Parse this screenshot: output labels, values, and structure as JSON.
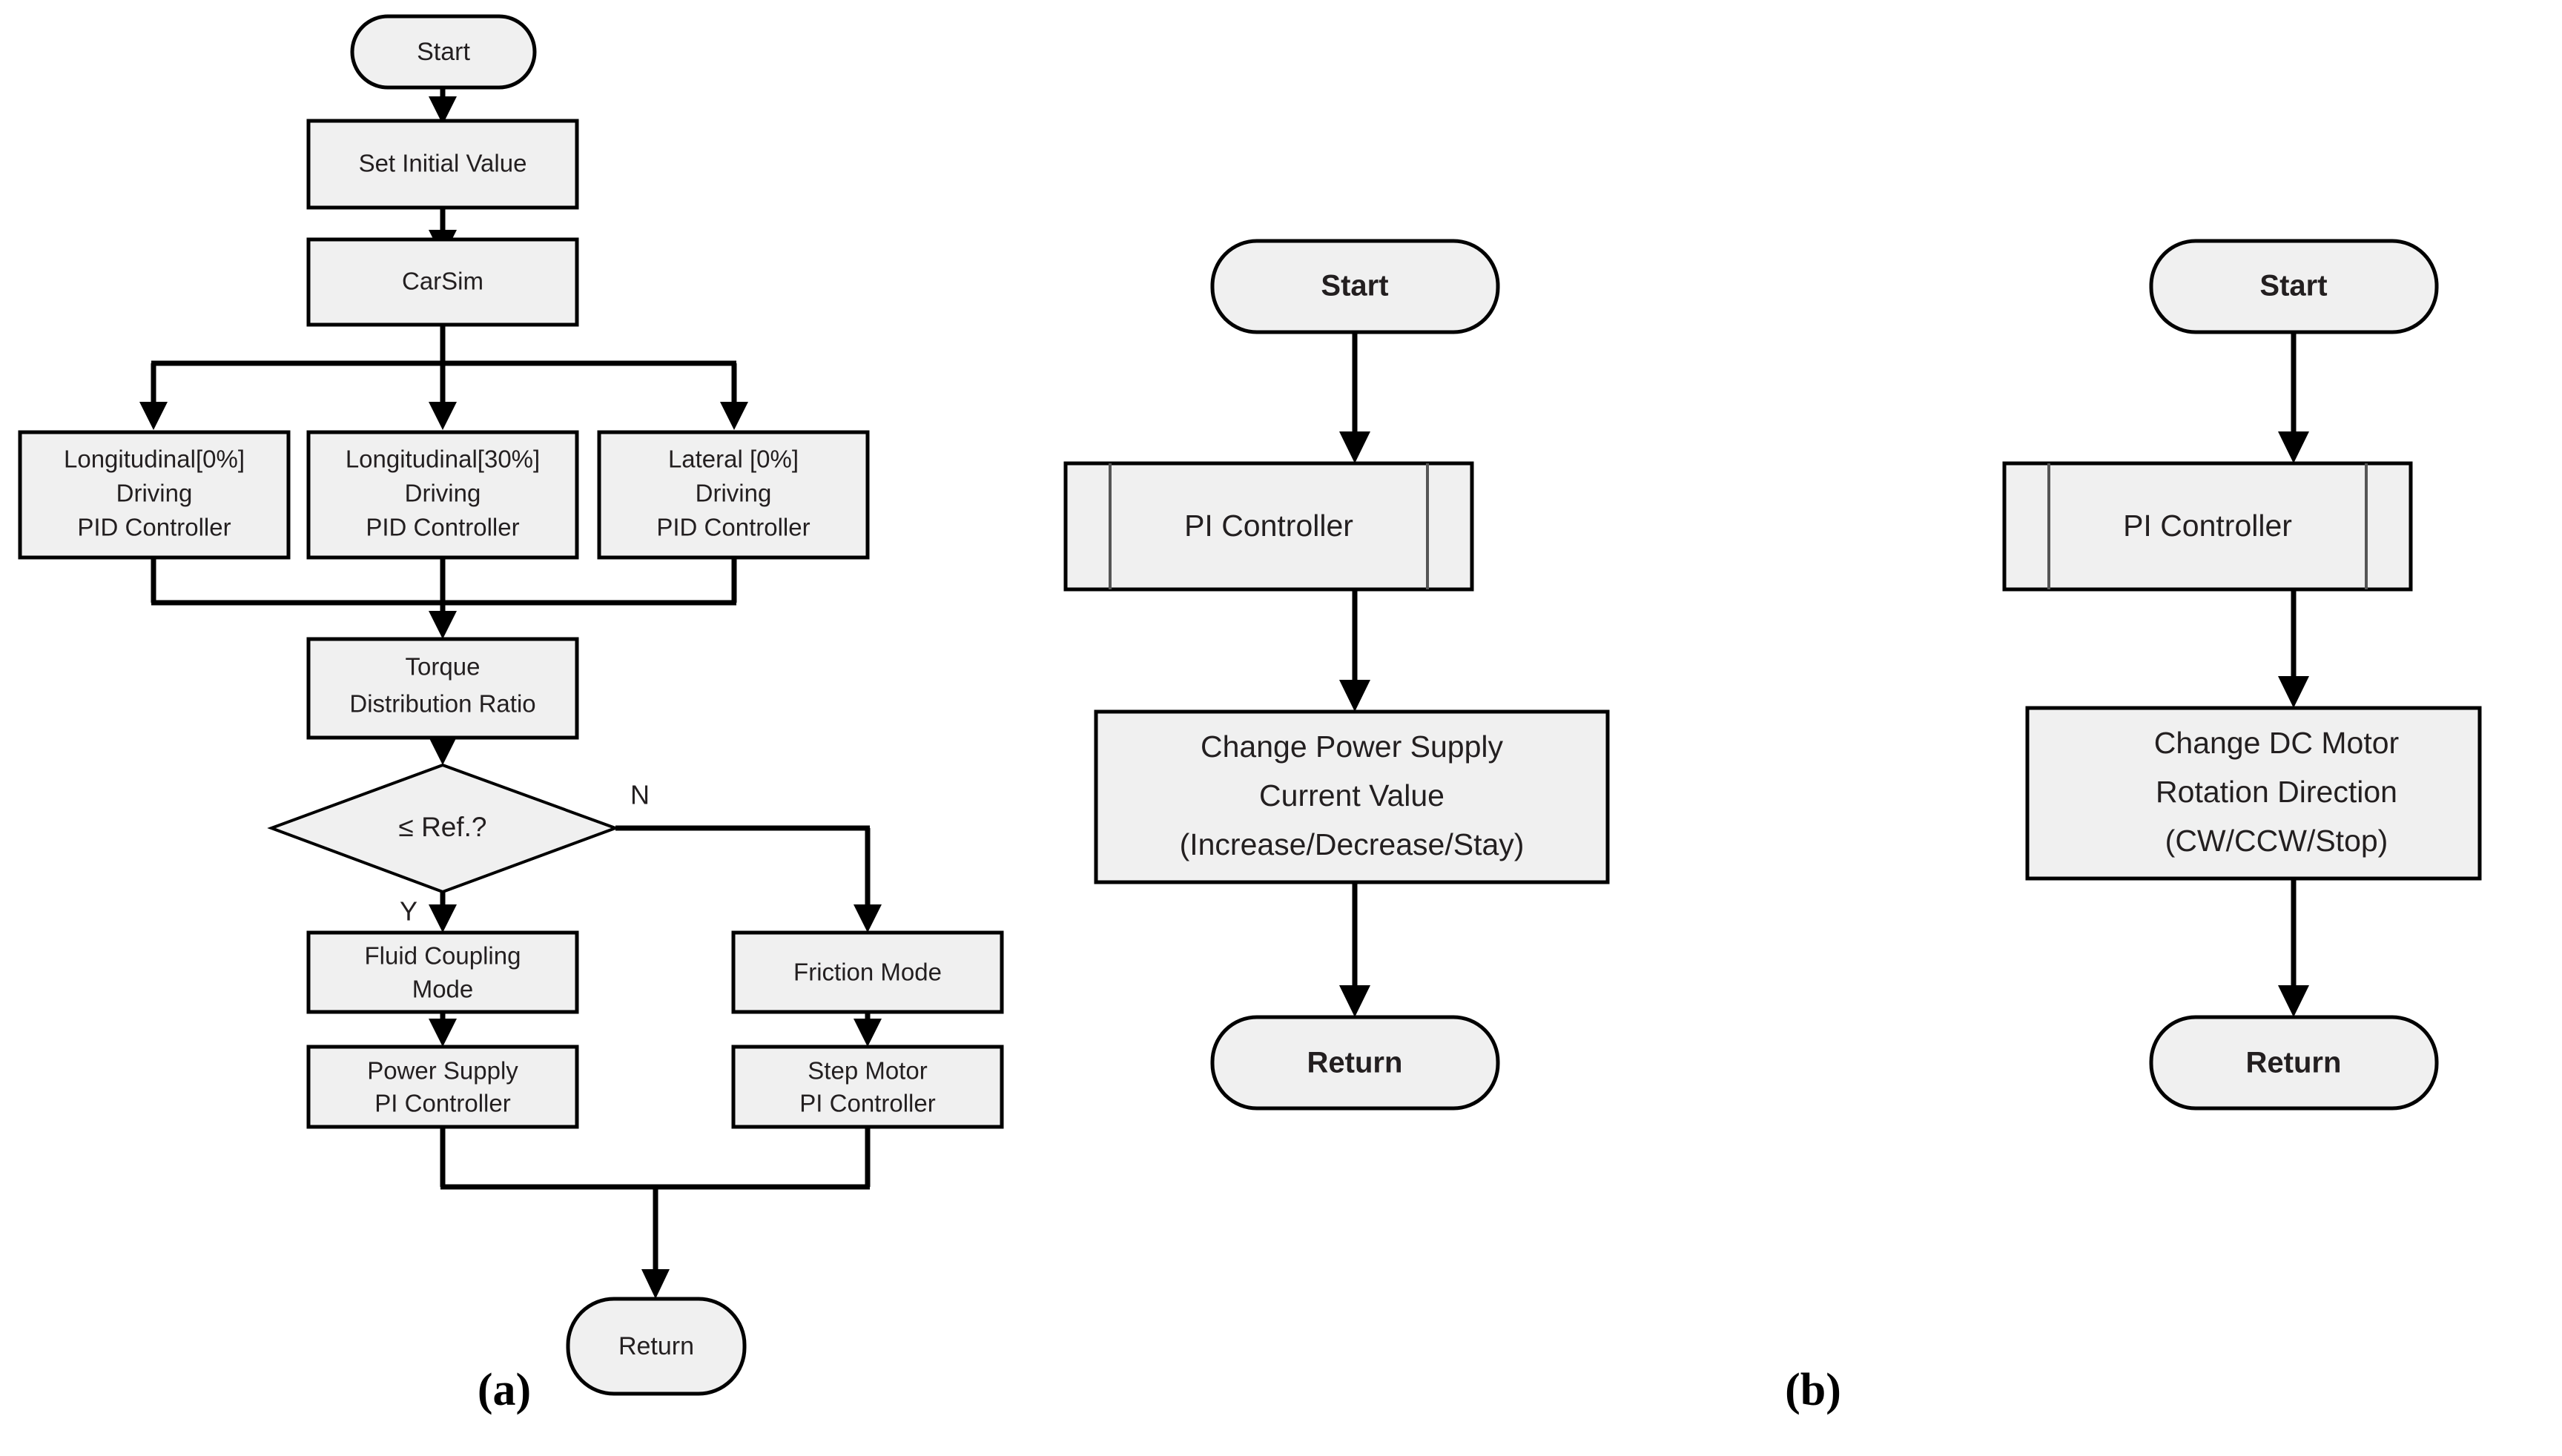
{
  "figure": {
    "background_color": "#ffffff",
    "node_fill": "#f0f0f0",
    "stroke_color": "#000000",
    "text_color": "#231f20"
  },
  "captions": [
    {
      "id": "caption-a",
      "label": "(a)"
    },
    {
      "id": "caption-b",
      "label": "(b)"
    }
  ],
  "panel_a": {
    "name": "torque-distribution-control-flowchart",
    "nodes": {
      "start": {
        "type": "terminator",
        "label": "Start"
      },
      "set_initial_value": {
        "type": "process",
        "label": "Set Initial Value"
      },
      "carsim": {
        "type": "process",
        "label": "CarSim"
      },
      "longitudinal_0": {
        "type": "process",
        "line1": "Longitudinal[0%]",
        "line2": "Driving",
        "line3": "PID Controller"
      },
      "longitudinal_30": {
        "type": "process",
        "line1": "Longitudinal[30%]",
        "line2": "Driving",
        "line3": "PID Controller"
      },
      "lateral_0": {
        "type": "process",
        "line1": "Lateral [0%]",
        "line2": "Driving",
        "line3": "PID Controller"
      },
      "torque_ratio": {
        "type": "process",
        "line1": "Torque",
        "line2": "Distribution Ratio"
      },
      "decision": {
        "type": "decision",
        "label": "≤ Ref.?"
      },
      "fluid_coupling": {
        "type": "process",
        "line1": "Fluid Coupling",
        "line2": "Mode"
      },
      "friction_mode": {
        "type": "process",
        "label": "Friction Mode"
      },
      "power_supply_pi": {
        "type": "process",
        "line1": "Power Supply",
        "line2": "PI Controller"
      },
      "step_motor_pi": {
        "type": "process",
        "line1": "Step Motor",
        "line2": "PI Controller"
      },
      "return": {
        "type": "terminator",
        "label": "Return"
      }
    },
    "edge_labels": {
      "yes": "Y",
      "no": "N"
    }
  },
  "panel_b": {
    "name": "power-supply-pi-controller-flowchart",
    "nodes": {
      "start": {
        "type": "terminator",
        "label": "Start"
      },
      "pi_controller": {
        "type": "subroutine",
        "label": "PI Controller"
      },
      "change_value": {
        "type": "process",
        "line1": "Change Power Supply",
        "line2": "Current  Value",
        "line3": "(Increase/Decrease/Stay)"
      },
      "return": {
        "type": "terminator",
        "label": "Return"
      }
    }
  },
  "panel_c": {
    "name": "step-motor-pi-controller-flowchart",
    "nodes": {
      "start": {
        "type": "terminator",
        "label": "Start"
      },
      "pi_controller": {
        "type": "subroutine",
        "label": "PI Controller"
      },
      "change_direction": {
        "type": "process",
        "line1": "Change DC Motor",
        "line2": "Rotation Direction",
        "line3": "(CW/CCW/Stop)"
      },
      "return": {
        "type": "terminator",
        "label": "Return"
      }
    }
  }
}
